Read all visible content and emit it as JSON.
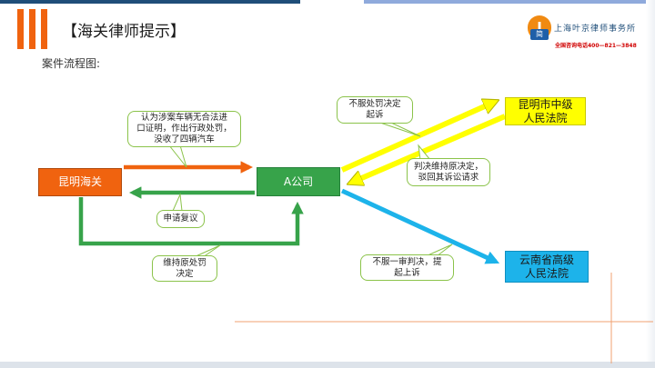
{
  "slide": {
    "title": "【海关律师提示】",
    "subtitle": "案件流程图:"
  },
  "logo": {
    "mark": "J",
    "mark_sub": "简",
    "name": "上海叶京律师事务所",
    "phone": "全国咨询电话400—821—3848"
  },
  "nodes": {
    "customs": "昆明海关",
    "company": "A公司",
    "kunming_court": "昆明市中级\n人民法院",
    "yunnan_court": "云南省高级\n人民法院"
  },
  "callouts": {
    "penalty": "认为涉案车辆无合法进\n口证明，作出行政处罚，\n没收了四辆汽车",
    "appeal": "不服处罚决定\n起诉",
    "judgment": "判决维持原决定，\n驳回其诉讼请求",
    "review": "申请复议",
    "uphold": "维持原处罚\n决定",
    "second_appeal": "不服一审判决，提\n起上诉"
  },
  "colors": {
    "orange": "#f0630f",
    "green": "#37a34a",
    "yellow": "#ffff00",
    "blue": "#1db3ea",
    "callout_border": "#8bc34a",
    "title_bar": "#1f4e79"
  }
}
